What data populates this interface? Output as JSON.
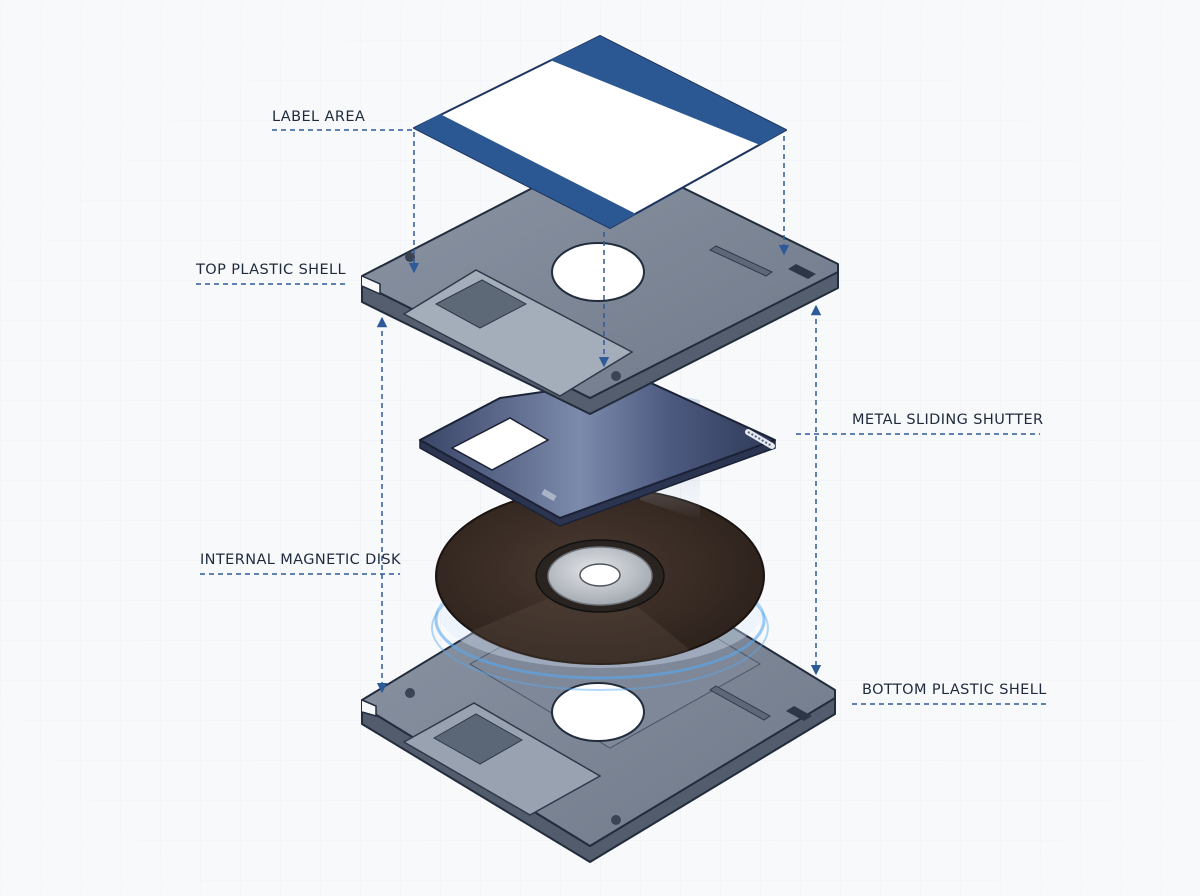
{
  "labels": {
    "label_area": "LABEL AREA",
    "top_plastic_shell": "TOP PLASTIC SHELL",
    "metal_sliding_shutter": "METAL SLIDING SHUTTER",
    "internal_magnetic_disk": "INTERNAL MAGNETIC DISK",
    "bottom_plastic_shell": "BOTTOM PLASTIC SHELL"
  },
  "colors": {
    "background": "#f8f9fb",
    "grid": "#e7eaf0",
    "accent_blue": "#2e5a9a",
    "label_stripe": "#2b5793",
    "shell_top": "#7d8797",
    "shell_side": "#545e6e",
    "shell_edge": "#222c3c",
    "shutter_metal": "#59678a",
    "disk": "#3a2b24",
    "disk_hub": "#b3b8be",
    "glow": "#5aa8f0",
    "text": "#1f2a3d"
  }
}
